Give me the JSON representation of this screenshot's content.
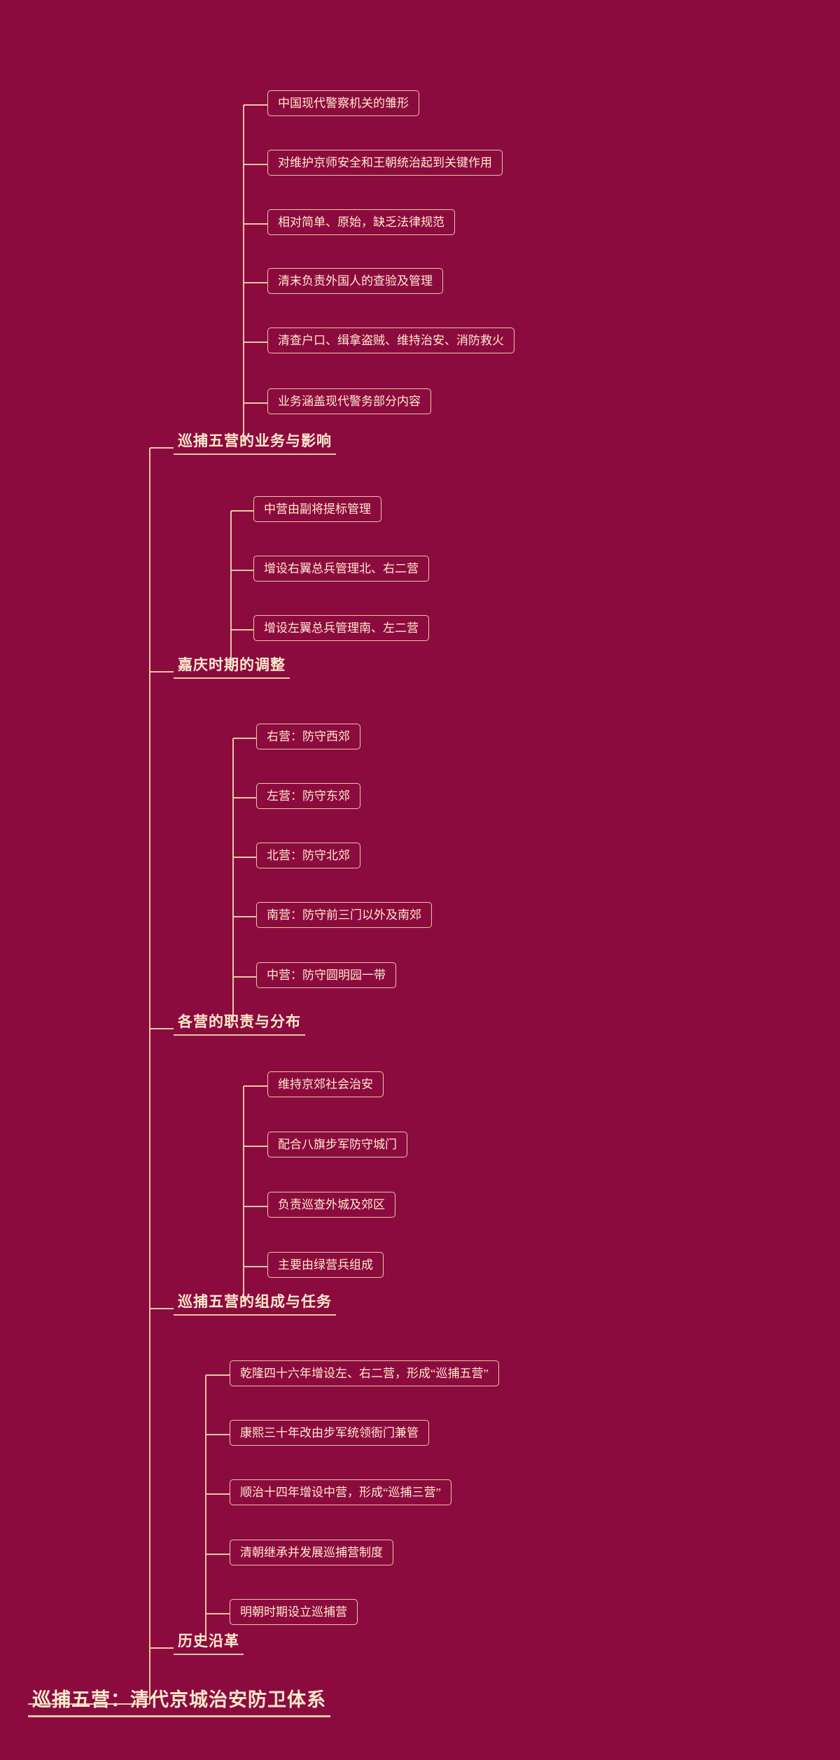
{
  "theme": {
    "background": "#8c0b3f",
    "text_color": "#ffeacb",
    "line_color": "#e7c9a0"
  },
  "mindmap": {
    "type": "mindmap",
    "root": {
      "label": "巡捕五营：清代京城治安防卫体系"
    },
    "branches": [
      {
        "label": "巡捕五营的业务与影响",
        "children": [
          "中国现代警察机关的雏形",
          "对维护京师安全和王朝统治起到关键作用",
          "相对简单、原始，缺乏法律规范",
          "清末负责外国人的查验及管理",
          "清查户口、缉拿盗贼、维持治安、消防救火",
          "业务涵盖现代警务部分内容"
        ]
      },
      {
        "label": "嘉庆时期的调整",
        "children": [
          "中营由副将提标管理",
          "增设右翼总兵管理北、右二营",
          "增设左翼总兵管理南、左二营"
        ]
      },
      {
        "label": "各营的职责与分布",
        "children": [
          "右营：防守西郊",
          "左营：防守东郊",
          "北营：防守北郊",
          "南营：防守前三门以外及南郊",
          "中营：防守圆明园一带"
        ]
      },
      {
        "label": "巡捕五营的组成与任务",
        "children": [
          "维持京郊社会治安",
          "配合八旗步军防守城门",
          "负责巡查外城及郊区",
          "主要由绿营兵组成"
        ]
      },
      {
        "label": "历史沿革",
        "children": [
          "乾隆四十六年增设左、右二营，形成“巡捕五营”",
          "康熙三十年改由步军统领衙门兼管",
          "顺治十四年增设中营，形成“巡捕三营”",
          "清朝继承并发展巡捕营制度",
          "明朝时期设立巡捕营"
        ]
      }
    ]
  }
}
